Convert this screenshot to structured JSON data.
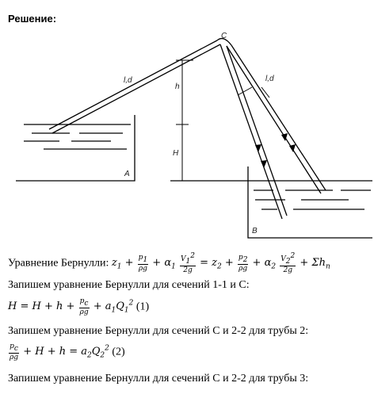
{
  "heading": "Решение:",
  "diagram": {
    "point_c": "C",
    "label_ld_left": "l,d",
    "label_ld_right": "l,d",
    "label_h": "h",
    "label_H": "H",
    "tank_a": "A",
    "tank_b": "B"
  },
  "bernoulli": {
    "intro": "Уравнение Бернулли: ",
    "formula": {
      "z1": "z",
      "s1": "1",
      "p1": "p",
      "rg": "ρg",
      "a1": "α",
      "v1": "V",
      "g2": "2g",
      "eq": "=",
      "z2": "z",
      "s2": "2",
      "a2": "α",
      "v2": "V",
      "sum": "+ Σh",
      "sumsub": "п"
    }
  },
  "lines": {
    "l1": "Запишем уравнение Бернулли для сечений 1-1 и С:",
    "eq1": "H = H + h + ",
    "eq1_tail": " + a",
    "eq1_q": "Q",
    "eq1_n": " (1)",
    "l2": "Запишем уравнение Бернулли для сечений С и 2-2 для трубы 2:",
    "eq2_mid": " + H + h = a",
    "eq2_q": "Q",
    "eq2_n": " (2)",
    "l3": "Запишем уравнение Бернулли для сечений С и 2-2 для трубы 3:"
  }
}
